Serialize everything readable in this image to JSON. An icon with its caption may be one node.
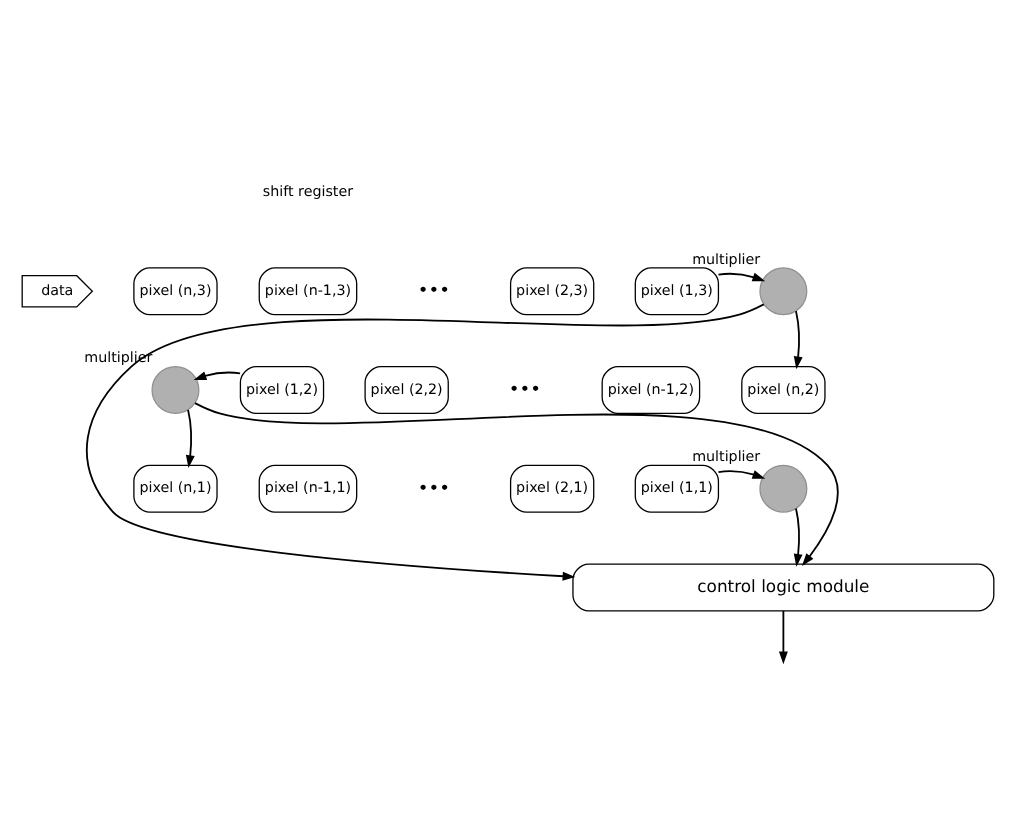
{
  "diagram": {
    "nodes": [
      {
        "text": [
          "data"
        ]
      },
      {
        "text": [
          "pixel (n,3)"
        ]
      },
      {
        "text": [
          "pixel (n-1,3)"
        ]
      },
      {
        "text": [
          "pixel (2,3)"
        ]
      },
      {
        "text": [
          "pixel (1,3)"
        ]
      },
      {
        "text": [],
        "shape": "circle",
        "beside": [
          "multiplier"
        ]
      },
      {
        "text": [],
        "shape": "circle",
        "beside": [
          "multiplier"
        ]
      },
      {
        "text": [
          "pixel (1,2)"
        ]
      },
      {
        "text": [
          "pixel (2,2)"
        ]
      },
      {
        "text": [
          "pixel (n-1,2)"
        ]
      },
      {
        "text": [
          "pixel (n,2)"
        ]
      },
      {
        "text": [
          "pixel (n,1)"
        ]
      },
      {
        "text": [
          "pixel (n-1,1)"
        ]
      },
      {
        "text": [
          "pixel (2,1)"
        ]
      },
      {
        "text": [
          "pixel (1,1)"
        ]
      },
      {
        "text": [],
        "shape": "circle",
        "beside": [
          "multiplier"
        ]
      },
      {
        "text": [
          "control logic module"
        ]
      }
    ],
    "edges": [
      {
        "from": 4,
        "to": 5,
        "arrow": "to"
      },
      {
        "from": 5,
        "to": 10,
        "arrow": "to"
      },
      {
        "from": 7,
        "to": 6,
        "arrow": "to"
      },
      {
        "from": 6,
        "to": 11,
        "arrow": "to"
      },
      {
        "from": 14,
        "to": 15,
        "arrow": "to"
      },
      {
        "from": 5,
        "to": 16,
        "arrow": "to"
      },
      {
        "from": 6,
        "to": 16,
        "arrow": "to"
      },
      {
        "from": 15,
        "to": 16,
        "arrow": "to"
      },
      {
        "from": 16,
        "to": null,
        "arrow": "to"
      }
    ],
    "labels": [
      "shift register",
      "•••",
      "•••",
      "•••"
    ]
  }
}
